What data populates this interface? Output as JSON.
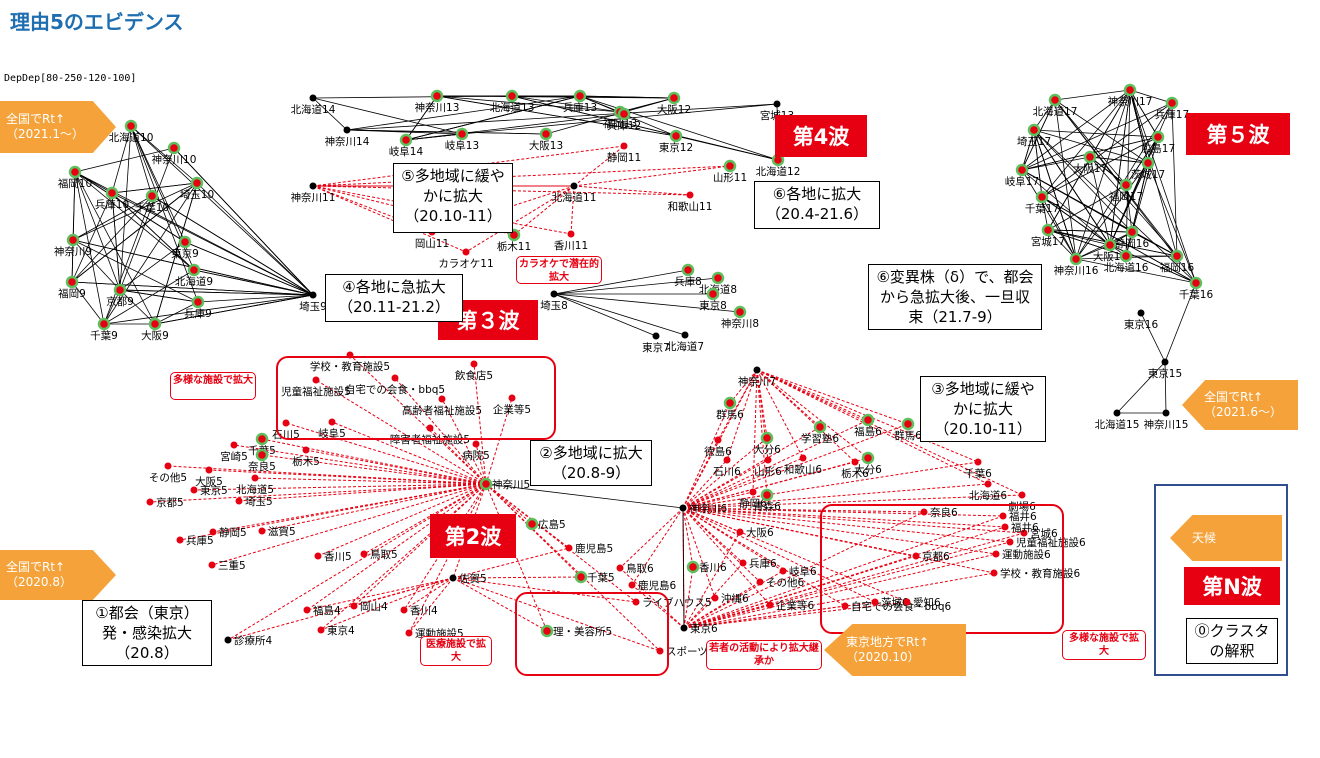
{
  "title": "理由5のエビデンス",
  "subtitle": "DepDep[80-250-120-100]",
  "waves": {
    "w2": "第2波",
    "w3": "第３波",
    "w4": "第4波",
    "w5": "第５波",
    "wn": "第N波"
  },
  "annotations": {
    "a1": "①都会（東京）発・感染拡大（20.8）",
    "a2": "②多地域に拡大（20.8-9）",
    "a3": "③多地域に緩やかに拡大（20.10-11）",
    "a4": "④各地に急拡大（20.11-21.2）",
    "a5": "⑤多地域に緩やかに拡大（20.10-11）",
    "a6a": "⑥各地に拡大（20.4-21.6）",
    "a6b": "⑥変異株（δ）で、都会から急拡大後、一旦収束（21.7-9）",
    "a0": "⓪クラスタの解釈"
  },
  "notes": {
    "n_karaoke": "カラオケで潜在的拡大",
    "n_facilities5": "多様な施設で拡大",
    "n_medical": "医療施設で拡大",
    "n_young": "若者の活動により拡大継承か",
    "n_facilities6": "多様な施設で拡大"
  },
  "arrows": {
    "nat_2021_1": "全国でRt↑（2021.1～）",
    "nat_2020_8": "全国でRt↑（2020.8）",
    "tokyo_2020_10": "東京地方でRt↑（2020.10）",
    "nat_2021_6": "全国でRt↑（2021.6～）",
    "weather": "天候"
  },
  "colors": {
    "red": "#E60012",
    "orange": "#F4A239",
    "blue_title": "#1F6FB0",
    "node_green": "#5DC05D",
    "box_blue": "#2F4F8F"
  },
  "node_labels": {
    "w4": [
      "北海道14",
      "神奈川13",
      "北海道13",
      "兵庫13",
      "宮城13",
      "神奈川14",
      "岐阜14",
      "岐阜13",
      "大阪13",
      "福岡13",
      "大阪12",
      "兵庫12",
      "東京12",
      "北海道12",
      "静岡11",
      "山形11",
      "和歌山11",
      "神奈川11",
      "北海道11",
      "岡山11",
      "栃木11",
      "香川11",
      "カラオケ11"
    ],
    "w3": [
      "北海道10",
      "神奈川10",
      "福岡10",
      "埼玉10",
      "兵庫10",
      "千葉10",
      "東京9",
      "神奈川9",
      "北海道9",
      "福岡9",
      "京都9",
      "兵庫9",
      "千葉9",
      "大阪9",
      "埼玉9",
      "兵庫8",
      "北海道8",
      "東京8",
      "埼玉8",
      "神奈川8",
      "北海道7",
      "東京7"
    ],
    "w5": [
      "北海道17",
      "神奈川17",
      "兵庫17",
      "埼玉17",
      "広島17",
      "茨城17",
      "岐阜17",
      "大阪17",
      "千葉17",
      "福岡17",
      "宮城17",
      "静岡16",
      "大阪16",
      "北海道16",
      "福岡16",
      "神奈川16",
      "千葉16",
      "東京16",
      "東京15",
      "北海道15",
      "神奈川15"
    ],
    "w2": [
      "学校・教育施設5",
      "児童福祉施設5",
      "自宅での会食・bbq5",
      "飲食店5",
      "高齢者福祉施設5",
      "企業等5",
      "障害者福祉施設5",
      "病院5",
      "千葉5",
      "石川5",
      "岐阜5",
      "宮崎5",
      "奈良5",
      "栃木5",
      "その他5",
      "大阪5",
      "北海道5",
      "神奈川5",
      "東京5",
      "埼玉5",
      "京都5",
      "滋賀5",
      "静岡5",
      "兵庫5",
      "三重5",
      "香川5",
      "鳥取5",
      "広島5",
      "鹿児島5",
      "千葉5",
      "佐賀5",
      "福島4",
      "岡山4",
      "香川4",
      "東京4",
      "診療所4",
      "運動施設5",
      "ライブハウス5",
      "理・美容所5",
      "スポーツチーム5"
    ],
    "w6": [
      "神奈川7",
      "群馬6",
      "徳島6",
      "大分6",
      "学習塾6",
      "福島6",
      "群馬6",
      "石川6",
      "山形6",
      "和歌山6",
      "栃木6",
      "大分6",
      "静岡6",
      "青森6",
      "千葉6",
      "北海道6",
      "劇場6",
      "神奈川6",
      "大阪6",
      "兵庫6",
      "岐阜6",
      "香川6",
      "その他6",
      "沖縄6",
      "企業等6",
      "自宅での会食・bbq6",
      "茨城6",
      "奈良6",
      "福井6",
      "運動施設6",
      "児童福祉施設6",
      "学校・教育施設6",
      "愛知6",
      "東京6",
      "宮城6",
      "福井6",
      "京都6",
      "鳥取6",
      "鹿児島6"
    ]
  }
}
